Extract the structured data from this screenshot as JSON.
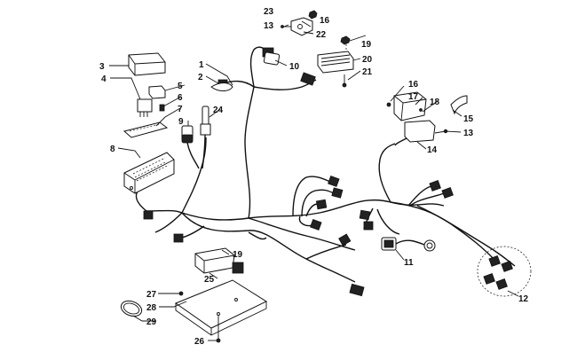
{
  "callouts": {
    "c1": "1",
    "c2": "2",
    "c3": "3",
    "c4": "4",
    "c5": "5",
    "c6": "6",
    "c7": "7",
    "c8": "8",
    "c9": "9",
    "c10": "10",
    "c11": "11",
    "c12": "12",
    "c13a": "13",
    "c13b": "13",
    "c14": "14",
    "c15": "15",
    "c16a": "16",
    "c16b": "16",
    "c17": "17",
    "c18": "18",
    "c19a": "19",
    "c19b": "19",
    "c20": "20",
    "c21": "21",
    "c22": "22",
    "c23": "23",
    "c24": "24",
    "c25": "25",
    "c26": "26",
    "c27": "27",
    "c28": "28",
    "c29": "29"
  },
  "colors": {
    "line": "#111111",
    "background": "#ffffff"
  }
}
